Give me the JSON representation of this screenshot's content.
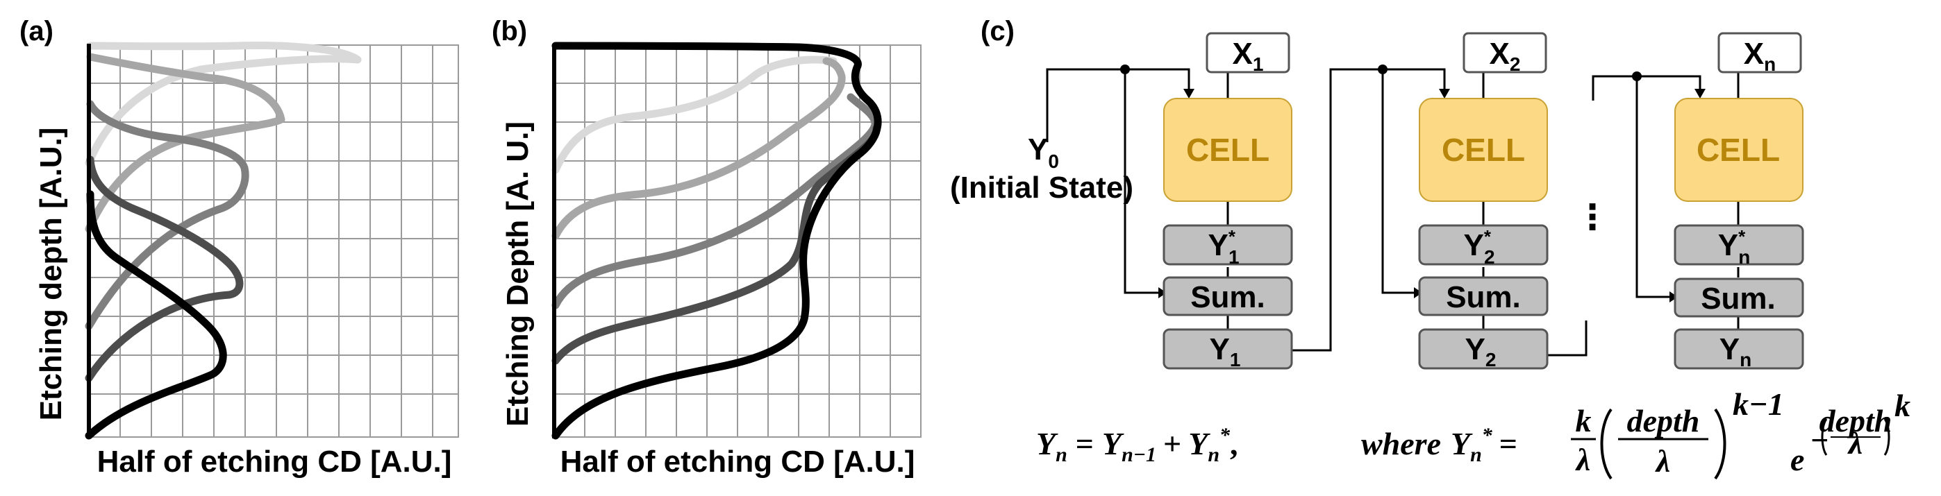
{
  "panel_a": {
    "label": "(a)",
    "ylabel": "Etching depth [A.U.]",
    "xlabel": "Half of etching CD [A.U.]"
  },
  "panel_b": {
    "label": "(b)",
    "ylabel": "Etching Depth [A. U.]",
    "xlabel": "Half of etching CD [A.U.]"
  },
  "panel_c": {
    "label": "(c)",
    "initial_symbol": "Y",
    "initial_sub": "0",
    "initial_caption": "(Initial State)",
    "ellipsis": "⋮",
    "cell_label": "CELL",
    "sum_label": "Sum.",
    "columns": [
      {
        "x_base": "X",
        "x_sub": "1",
        "ystar_base": "Y",
        "ystar_sup": "*",
        "ystar_sub": "1",
        "y_base": "Y",
        "y_sub": "1"
      },
      {
        "x_base": "X",
        "x_sub": "2",
        "ystar_base": "Y",
        "ystar_sup": "*",
        "ystar_sub": "2",
        "y_base": "Y",
        "y_sub": "2"
      },
      {
        "x_base": "X",
        "x_sub": "n",
        "ystar_base": "Y",
        "ystar_sup": "*",
        "ystar_sub": "n",
        "y_base": "Y",
        "y_sub": "n"
      }
    ],
    "equation": {
      "lhs": "Y",
      "lhs_sub": "n",
      "eq": "=",
      "t1": "Y",
      "t1_sub": "n−1",
      "plus": "+",
      "t2": "Y",
      "t2_sub": "n",
      "t2_sup": "*",
      "comma": ",",
      "where": "where",
      "w": "Y",
      "w_sub": "n",
      "w_sup": "*",
      "eq2": "=",
      "frac_k": "k",
      "frac_lambda": "λ",
      "depth": "depth",
      "lambda2": "λ",
      "exp1": "k−1",
      "e": "e",
      "minus": "−",
      "depth_small": "depth",
      "lambda_small": "λ",
      "exp2": "k"
    }
  },
  "colors": {
    "curve_darkest": "#000000",
    "curve_dark": "#4d4d4d",
    "curve_mid": "#7f7f7f",
    "curve_light": "#a6a6a6",
    "curve_lightest": "#d9d9d9",
    "cell_fill": "#fbd985",
    "cell_text": "#b8860b",
    "box_gray": "#c0c0c0"
  }
}
